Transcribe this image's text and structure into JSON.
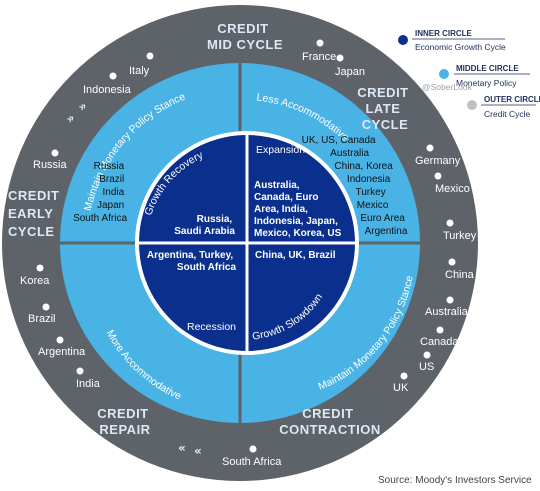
{
  "outer_circle": {
    "credit_mid_cycle": [
      "CREDIT",
      "MID CYCLE"
    ],
    "credit_late_cycle": [
      "CREDIT",
      "LATE",
      "CYCLE"
    ],
    "credit_early_cycle": [
      "CREDIT",
      "EARLY",
      "CYCLE"
    ],
    "credit_repair": [
      "CREDIT",
      "REPAIR"
    ],
    "credit_contraction": [
      "CREDIT",
      "CONTRACTION"
    ],
    "countries": {
      "france": "France",
      "japan": "Japan",
      "italy": "Italy",
      "indonesia": "Indonesia",
      "russia": "Russia",
      "korea": "Korea",
      "brazil": "Brazil",
      "argentina": "Argentina",
      "india": "India",
      "south_africa": "South Africa",
      "germany": "Germany",
      "mexico": "Mexico",
      "turkey": "Turkey",
      "china": "China",
      "australia": "Australia",
      "canada": "Canada",
      "us": "US",
      "uk": "UK"
    }
  },
  "middle_circle": {
    "less_accommodative": "Less Accommodative",
    "maintain_top": "Maintain Monetary Policy Stance",
    "maintain_right": "Maintain Monetary Policy Stance",
    "more_accommodative": "More Accommodative",
    "left_list": [
      "Russia",
      "Brazil",
      "India",
      "Japan",
      "South Africa"
    ],
    "right_list": [
      "UK, US, Canada",
      "Australia",
      "China, Korea",
      "Indonesia",
      "Turkey",
      "Mexico",
      "Euro Area",
      "Argentina"
    ]
  },
  "inner_circle": {
    "growth_recovery": "Growth Recovery",
    "expansion": "Expansion",
    "recession": "Recession",
    "growth_slowdown": "Growth Slowdown",
    "recovery_list": [
      "Russia,",
      "Saudi Arabia"
    ],
    "expansion_list": [
      "Australia,",
      "Canada, Euro",
      "Area, India,",
      "Indonesia, Japan,",
      "Mexico, Korea, US"
    ],
    "recession_list": [
      "Argentina, Turkey,",
      "South Africa"
    ],
    "slowdown_list": [
      "China, UK, Brazil"
    ]
  },
  "legend": {
    "inner_title": "INNER CIRCLE",
    "inner_desc": "Economic Growth Cycle",
    "middle_title": "MIDDLE CIRCLE",
    "middle_desc": "Monetary Policy",
    "outer_title": "OUTER CIRCLE",
    "outer_desc": "Credit Cycle"
  },
  "watermark": "@SoberLook",
  "source": "Source: Moody's Investors Service",
  "colors": {
    "outer_ring": "#5e6369",
    "middle_ring": "#49b3e6",
    "inner_circle": "#0a2f8c",
    "legend_inner": "#0a2f8c",
    "legend_middle": "#49b3e6",
    "legend_outer": "#c0c0c0"
  }
}
